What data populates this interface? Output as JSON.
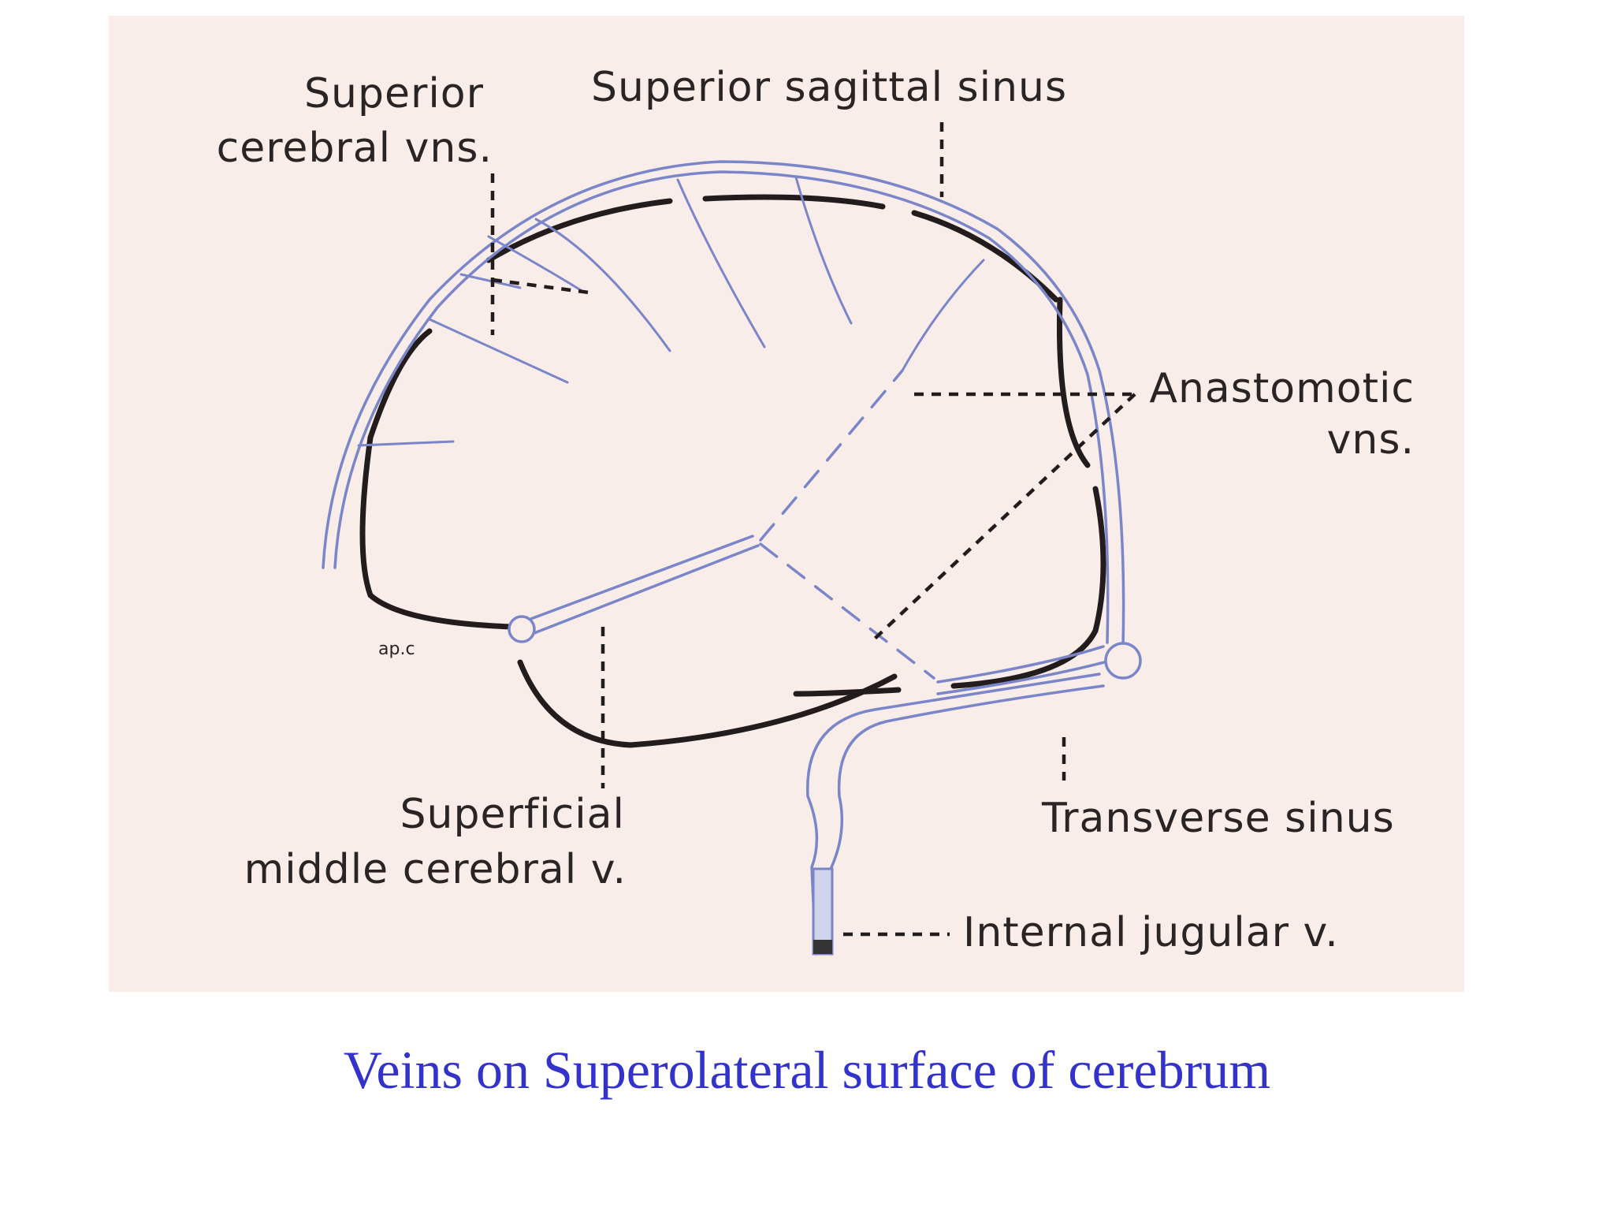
{
  "colors": {
    "paper": "#f8ede9",
    "ink": "#231c1c",
    "vein_blue": "#7b86c9",
    "caption": "#3333cc"
  },
  "labels": {
    "superior_cerebral_1": "Superior",
    "superior_cerebral_2": "cerebral vns.",
    "superior_sagittal": "Superior sagittal sinus",
    "anastomotic_1": "Anastomotic",
    "anastomotic_2": "vns.",
    "superficial_middle_1": "Superficial",
    "superficial_middle_2": "middle cerebral v.",
    "transverse_sinus": "Transverse sinus",
    "internal_jugular": "Internal jugular v.",
    "artist_mark": "ap.c"
  },
  "caption": "Veins on Superolateral surface of cerebrum"
}
